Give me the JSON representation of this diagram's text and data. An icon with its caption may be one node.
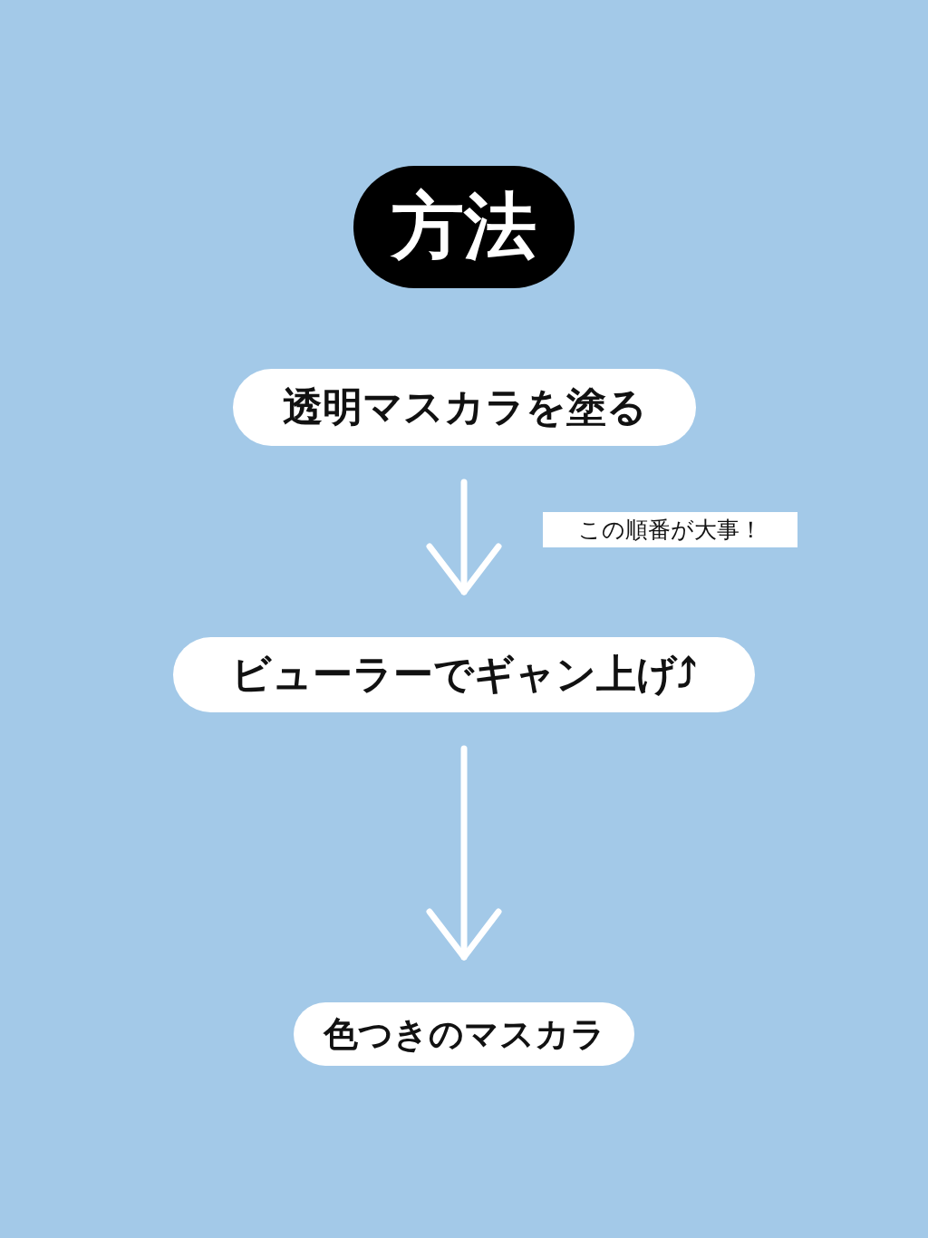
{
  "diagram": {
    "title": "方法",
    "nodes": [
      {
        "text": [
          "透明マスカラを塗る"
        ]
      },
      {
        "text": [
          "ビューラーでギャン上げ⤴"
        ]
      },
      {
        "text": [
          "色つきのマスカラ"
        ]
      }
    ],
    "edges": [
      {
        "from": 0,
        "to": 1,
        "arrow": "to"
      },
      {
        "from": 1,
        "to": 2,
        "arrow": "to"
      }
    ],
    "labels": [
      "この順番が大事！"
    ]
  }
}
